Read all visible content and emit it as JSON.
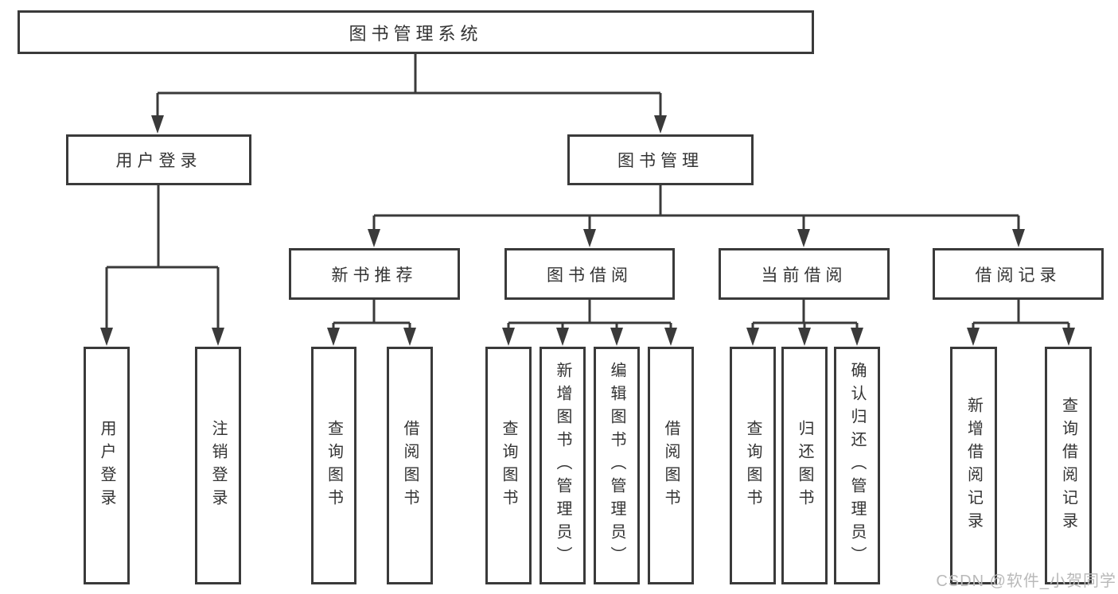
{
  "page": {
    "background": "#ffffff"
  },
  "colors": {
    "line": "#3a3a3a",
    "box_border": "#3a3a3a",
    "text": "#333333",
    "watermark": "#b9b9b9"
  },
  "watermark": {
    "text": "CSDN @软件_小贺同学"
  },
  "tree": {
    "label": "图书管理系统",
    "children": [
      {
        "label": "用户登录",
        "children": [
          {
            "label": "用户登录"
          },
          {
            "label": "注销登录"
          }
        ]
      },
      {
        "label": "图书管理",
        "children": [
          {
            "label": "新书推荐",
            "children": [
              {
                "label": "查询图书"
              },
              {
                "label": "借阅图书"
              }
            ]
          },
          {
            "label": "图书借阅",
            "children": [
              {
                "label": "查询图书"
              },
              {
                "label": "新增图书（管理员）"
              },
              {
                "label": "编辑图书（管理员）"
              },
              {
                "label": "借阅图书"
              }
            ]
          },
          {
            "label": "当前借阅",
            "children": [
              {
                "label": "查询图书"
              },
              {
                "label": "归还图书"
              },
              {
                "label": "确认归还（管理员）"
              }
            ]
          },
          {
            "label": "借阅记录",
            "children": [
              {
                "label": "新增借阅记录"
              },
              {
                "label": "查询借阅记录"
              }
            ]
          }
        ]
      }
    ]
  }
}
